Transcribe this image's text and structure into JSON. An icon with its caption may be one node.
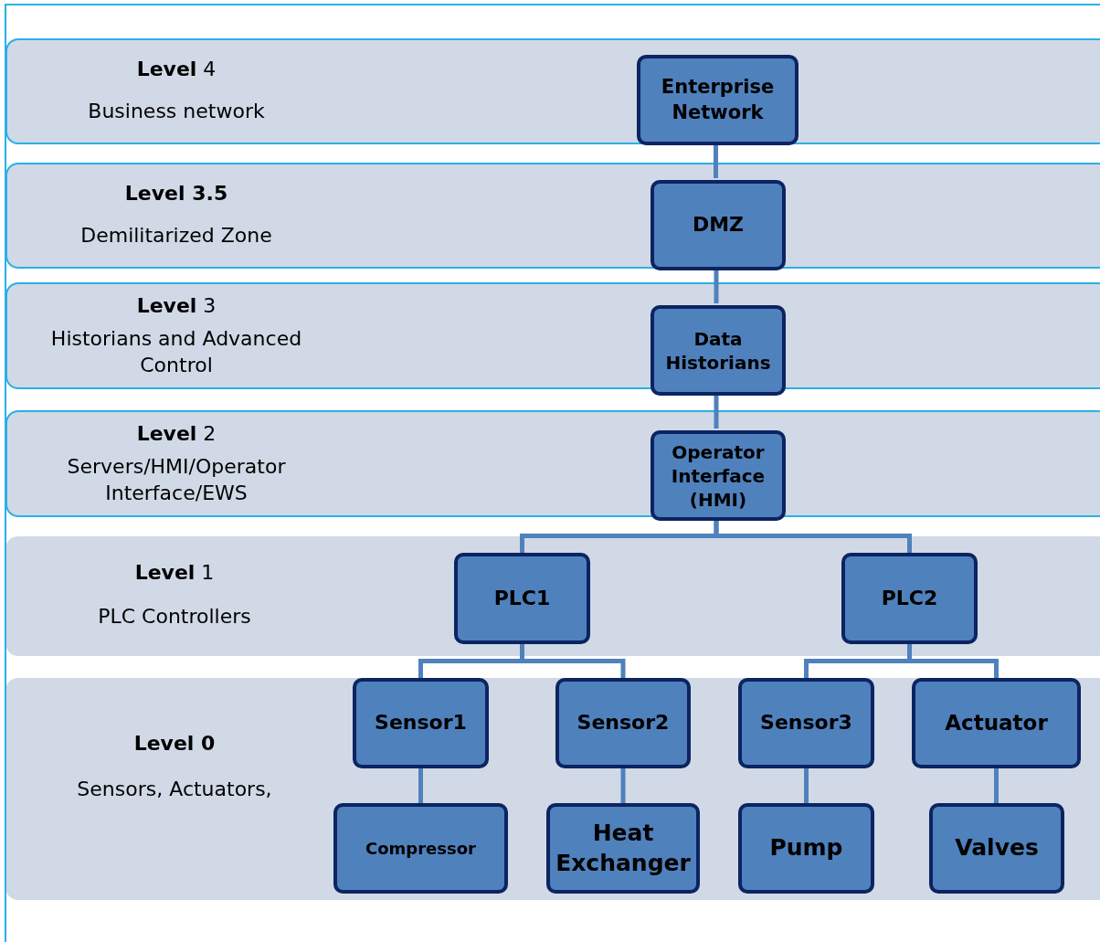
{
  "diagram": {
    "nodes": [
      {
        "text": [
          "**Level** 4",
          "Business network"
        ]
      },
      {
        "text": [
          "Enterprise Network"
        ],
        "in": 0
      },
      {
        "text": [
          "**Level 3.5**",
          "Demilitarized Zone"
        ]
      },
      {
        "text": [
          "DMZ"
        ],
        "in": 2
      },
      {
        "text": [
          "**Level** 3",
          "Historians and Advanced Control"
        ]
      },
      {
        "text": [
          "Data Historians"
        ],
        "in": 4
      },
      {
        "text": [
          "**Level** 2",
          "Servers/HMI/Operator Interface/EWS"
        ]
      },
      {
        "text": [
          "Operator Interface (HMI)"
        ],
        "in": 6
      },
      {
        "text": [
          "**Level** 1",
          "PLC Controllers"
        ]
      },
      {
        "text": [
          "PLC1"
        ],
        "in": 8
      },
      {
        "text": [
          "PLC2"
        ],
        "in": 8
      },
      {
        "text": [
          "**Level 0**",
          "Sensors, Actuators,"
        ]
      },
      {
        "text": [
          "Sensor1"
        ],
        "in": 11
      },
      {
        "text": [
          "Sensor2"
        ],
        "in": 11
      },
      {
        "text": [
          "Sensor3"
        ],
        "in": 11
      },
      {
        "text": [
          "Actuator"
        ],
        "in": 11
      },
      {
        "text": [
          "Compressor"
        ],
        "in": 11
      },
      {
        "text": [
          "Heat Exchanger"
        ],
        "in": 11
      },
      {
        "text": [
          "Pump"
        ],
        "in": 11
      },
      {
        "text": [
          "Valves"
        ],
        "in": 11
      }
    ],
    "edges": [
      {
        "from": 1,
        "to": 3,
        "arrow": "none"
      },
      {
        "from": 3,
        "to": 5,
        "arrow": "none"
      },
      {
        "from": 5,
        "to": 7,
        "arrow": "none"
      },
      {
        "from": 7,
        "to": 9,
        "arrow": "none"
      },
      {
        "from": 7,
        "to": 10,
        "arrow": "none"
      },
      {
        "from": 9,
        "to": 12,
        "arrow": "none"
      },
      {
        "from": 9,
        "to": 13,
        "arrow": "none"
      },
      {
        "from": 10,
        "to": 14,
        "arrow": "none"
      },
      {
        "from": 10,
        "to": 15,
        "arrow": "none"
      },
      {
        "from": 12,
        "to": 16,
        "arrow": "none"
      },
      {
        "from": 13,
        "to": 17,
        "arrow": "none"
      },
      {
        "from": 14,
        "to": 18,
        "arrow": "none"
      },
      {
        "from": 15,
        "to": 19,
        "arrow": "none"
      }
    ]
  }
}
